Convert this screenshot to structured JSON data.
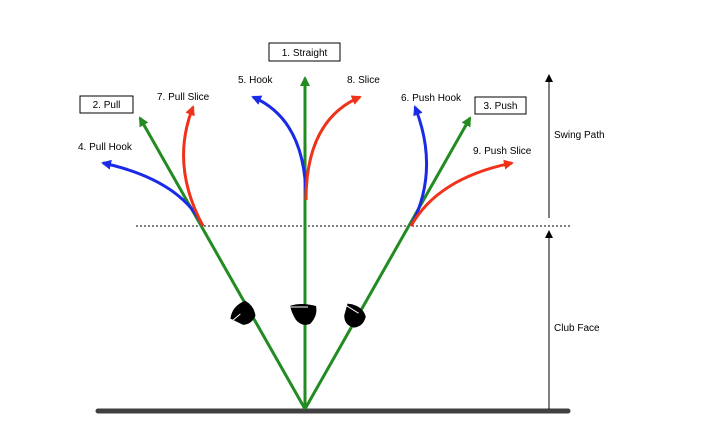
{
  "shots": [
    {
      "id": "straight",
      "label": "1. Straight",
      "boxed": true
    },
    {
      "id": "pull",
      "label": "2. Pull",
      "boxed": true
    },
    {
      "id": "push",
      "label": "3. Push",
      "boxed": true
    },
    {
      "id": "pull_hook",
      "label": "4. Pull Hook",
      "boxed": false
    },
    {
      "id": "hook",
      "label": "5. Hook",
      "boxed": false
    },
    {
      "id": "push_hook",
      "label": "6. Push Hook",
      "boxed": false
    },
    {
      "id": "pull_slice",
      "label": "7. Pull Slice",
      "boxed": false
    },
    {
      "id": "slice",
      "label": "8. Slice",
      "boxed": false
    },
    {
      "id": "push_slice",
      "label": "9. Push Slice",
      "boxed": false
    }
  ],
  "legend": {
    "swing_path": "Swing Path",
    "club_face": "Club Face"
  },
  "colors": {
    "path_line": "#228B22",
    "hook_curve": "#1A2BE8",
    "slice_curve": "#F0321A",
    "ground": "#404040",
    "club": "#000000"
  },
  "icons": [
    "club-head-closed-icon",
    "club-head-square-icon",
    "club-head-open-icon"
  ]
}
